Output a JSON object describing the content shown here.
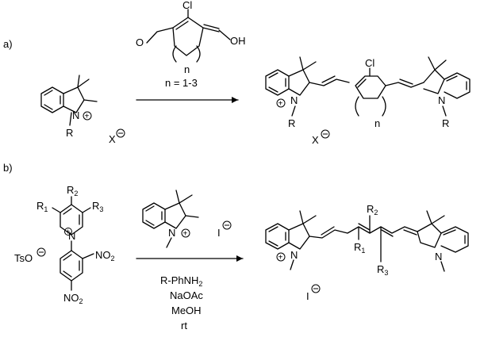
{
  "panels": {
    "a": {
      "label": "a)",
      "reagent_subscript": "n",
      "condition": "n = 1-3",
      "atoms": {
        "chloro": "Cl",
        "hydroxyl": "OH",
        "oxygen": "O",
        "nitrogen": "N",
        "r_group": "R",
        "counterion": "X",
        "ring_index": "n"
      }
    },
    "b": {
      "label": "b)",
      "conditions": [
        "R-PhNH2",
        "NaOAc",
        "MeOH",
        "rt"
      ],
      "atoms": {
        "r1": "R1",
        "r2": "R2",
        "r3": "R3",
        "nitrogen": "N",
        "tosylate": "TsO",
        "iodide": "I",
        "nitro_1": "NO2",
        "nitro_2": "NO2"
      }
    }
  },
  "charges": {
    "plus": "+",
    "minus": "−"
  },
  "colors": {
    "ink": "#000000",
    "background": "#ffffff"
  }
}
